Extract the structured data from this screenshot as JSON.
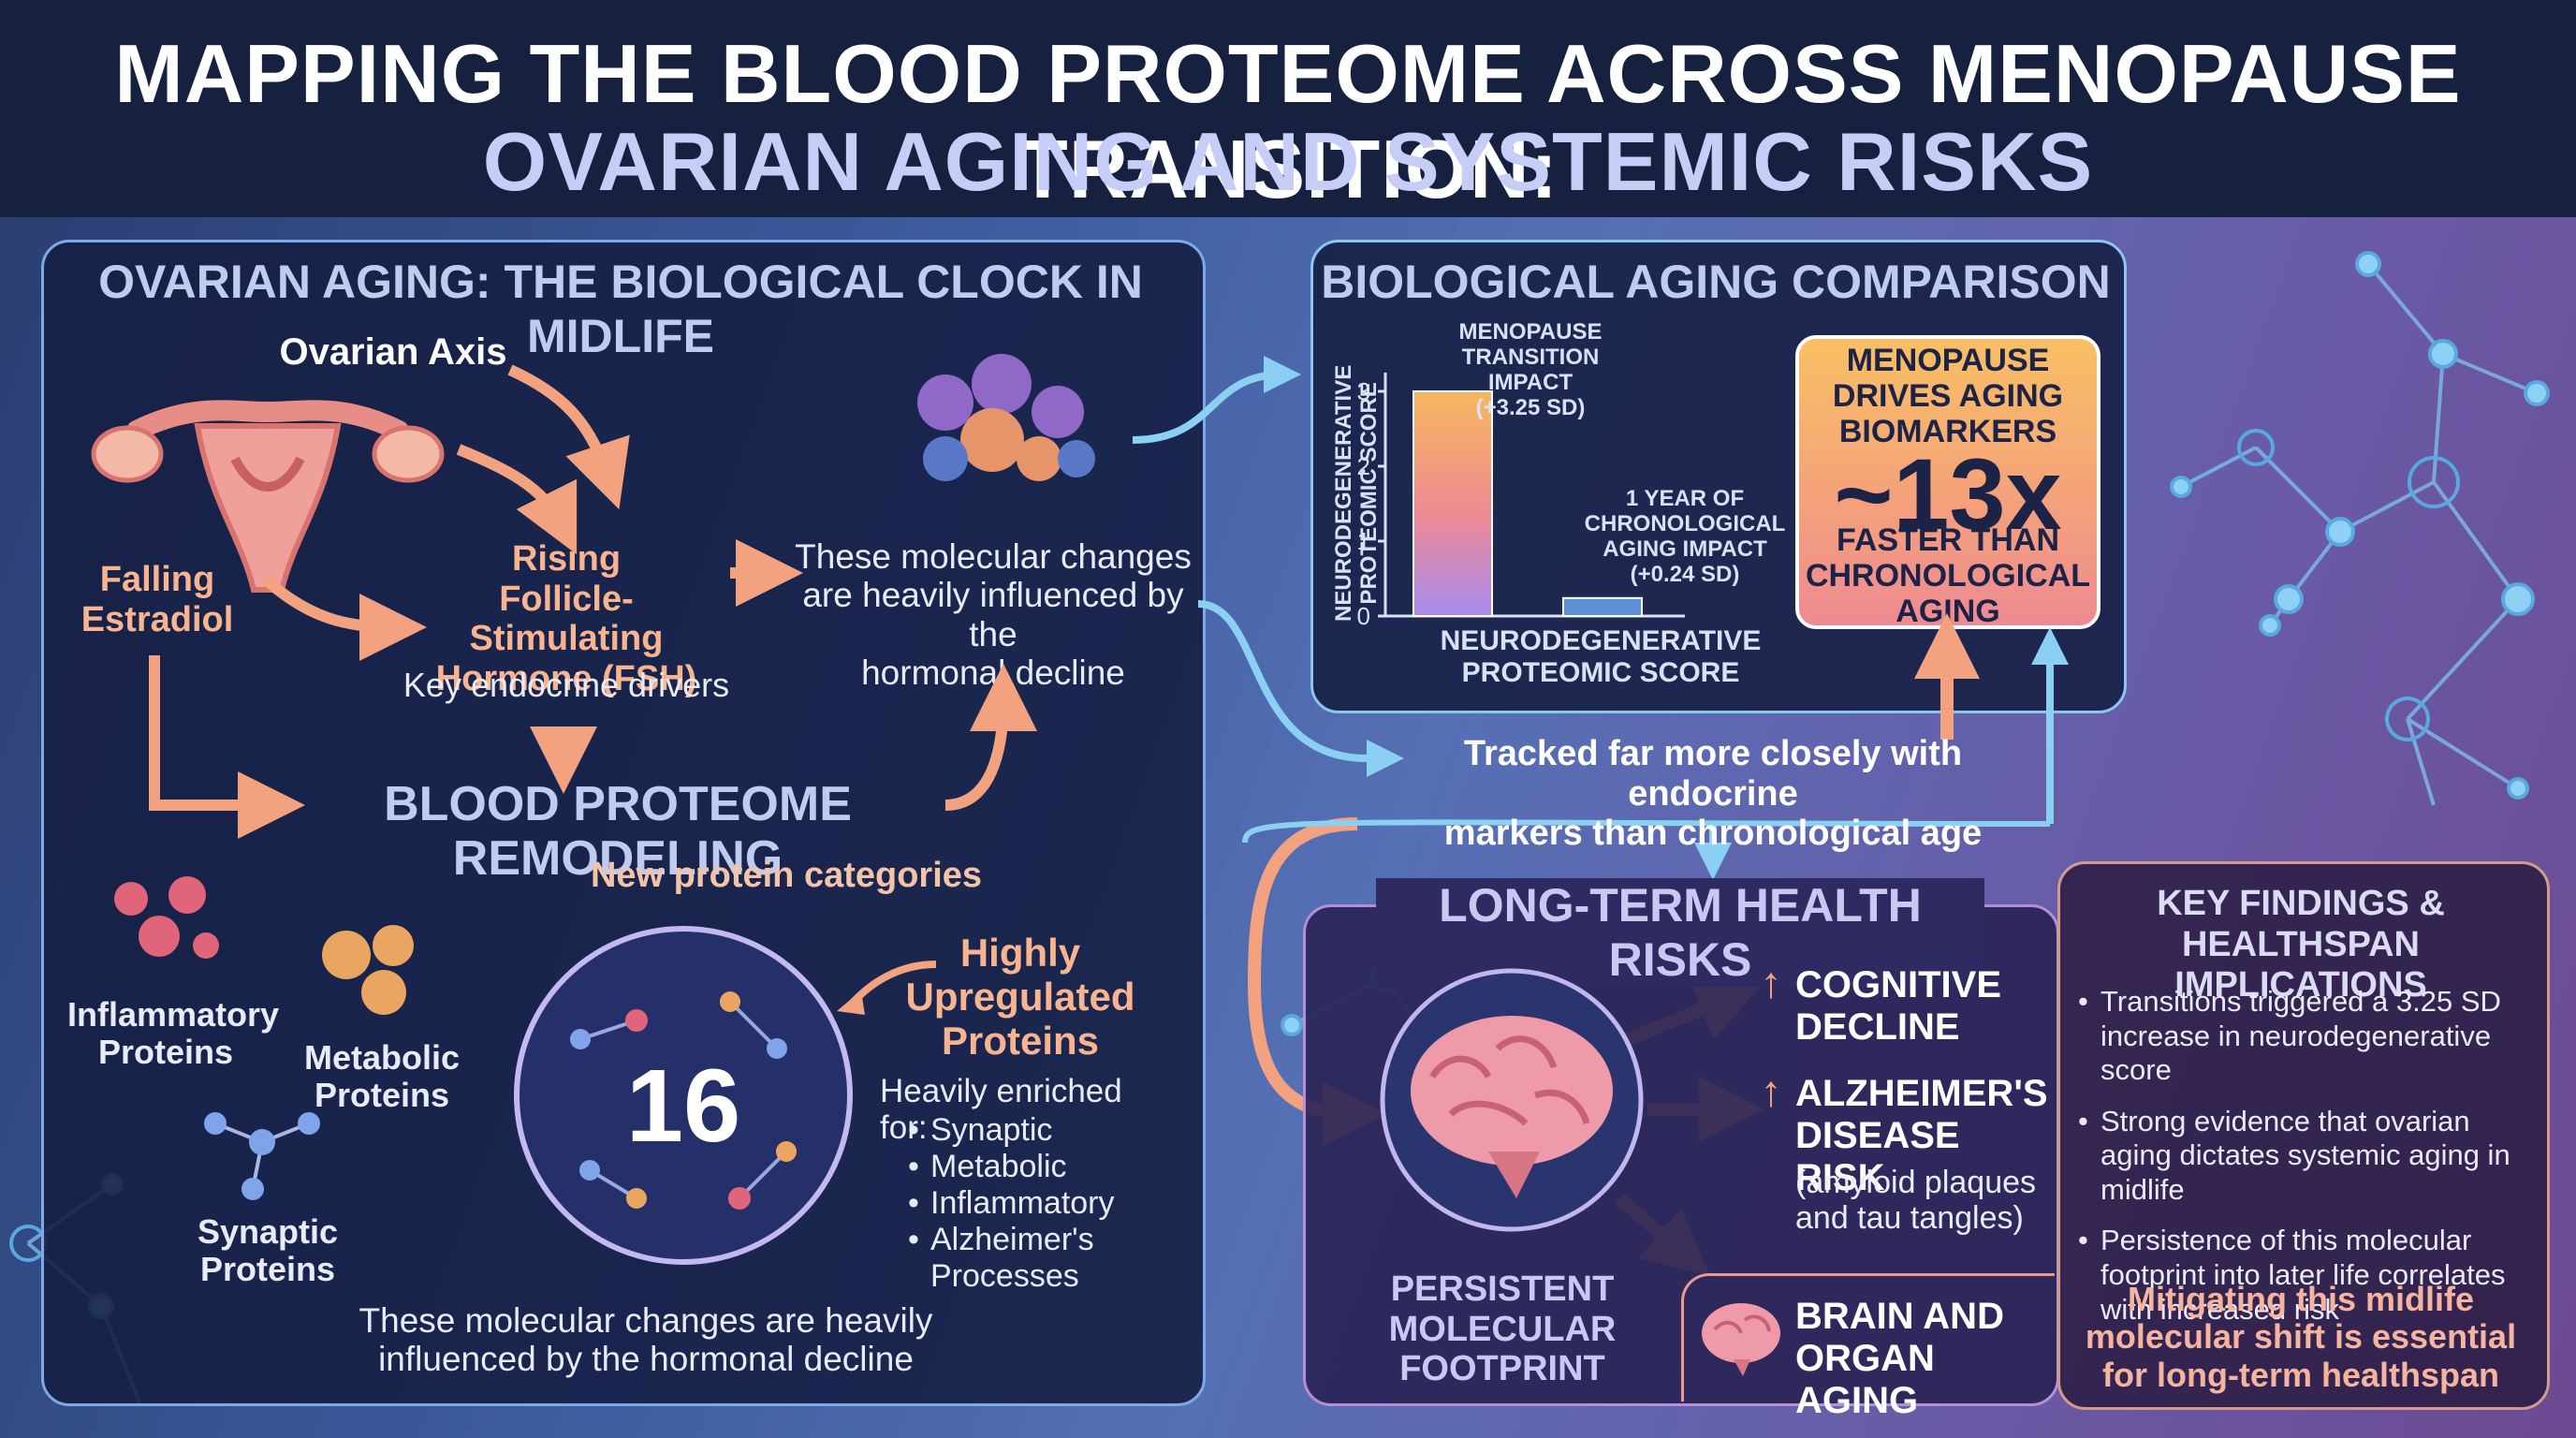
{
  "header": {
    "title_line1": "MAPPING THE BLOOD PROTEOME ACROSS MENOPAUSE TRANSITION:",
    "title_line2": "OVARIAN AGING AND SYSTEMIC RISKS"
  },
  "ovarian_panel": {
    "heading": "OVARIAN AGING: THE BIOLOGICAL CLOCK IN MIDLIFE",
    "ovarian_axis": "Ovarian Axis",
    "falling_estradiol": "Falling\nEstradiol",
    "rising_fsh": "Rising\nFollicle-Stimulating\nHormone (FSH)",
    "key_drivers": "Key endocrine drivers",
    "molecular_changes": "These molecular changes\nare heavily influenced by the\nhormonal decline",
    "remodeling": "BLOOD PROTEOME REMODELING",
    "new_categories": "New protein categories",
    "inflammatory": "Inflammatory\nProteins",
    "metabolic": "Metabolic\nProteins",
    "synaptic": "Synaptic\nProteins",
    "count": "16",
    "upregulated": "Highly\nUpregulated\nProteins",
    "enriched_for": "Heavily enriched for:",
    "enriched_items": [
      "Synaptic",
      "Metabolic",
      "Inflammatory",
      "Alzheimer's Processes"
    ],
    "bottom_note": "These molecular changes are heavily\ninfluenced by the hormonal decline"
  },
  "aging_panel": {
    "heading": "BIOLOGICAL AGING COMPARISON",
    "callout_line1": "MENOPAUSE\nDRIVES AGING\nBIOMARKERS",
    "callout_big": "~13x",
    "callout_line2": "FASTER THAN\nCHRONOLOGICAL\nAGING"
  },
  "chart_data": {
    "type": "bar",
    "categories": [
      "MENOPAUSE TRANSITION IMPACT (+3.25 SD)",
      "1 YEAR OF CHRONOLOGICAL AGING IMPACT (+0.24 SD)"
    ],
    "values": [
      3.25,
      0.24
    ],
    "bar_labels": [
      "MENOPAUSE\nTRANSITION\nIMPACT\n(+3.25 SD)",
      "1 YEAR OF\nCHRONOLOGICAL\nAGING IMPACT\n(+0.24 SD)"
    ],
    "ylabel": "NEURODEGENERATIVE PROTEOMIC SCORE",
    "xlabel": "NEURODEGENERATIVE\nPROTEOMIC SCORE",
    "ylim": [
      0,
      3
    ],
    "yticks": [
      "0",
      "1",
      "2",
      "3"
    ],
    "colors": [
      "#f7b85e",
      "#a78bf0"
    ]
  },
  "tracked_note": "Tracked far more closely with endocrine\nmarkers than chronological age",
  "risks_panel": {
    "heading": "LONG-TERM HEALTH RISKS",
    "cognitive": "COGNITIVE\nDECLINE",
    "alzheimers": "ALZHEIMER'S\nDISEASE RISK",
    "alzheimers_detail": "(amyloid plaques\nand tau tangles)",
    "footprint": "PERSISTENT\nMOLECULAR\nFOOTPRINT",
    "brain_organ": "BRAIN AND\nORGAN AGING",
    "up_arrow": "↑"
  },
  "findings_panel": {
    "heading": "KEY FINDINGS &\nHEALTHSPAN IMPLICATIONS",
    "items": [
      "Transitions triggered a 3.25 SD increase in neurodegenerative score",
      "Strong evidence that ovarian aging dictates systemic aging in midlife",
      "Persistence of this molecular footprint into later life correlates with increased risk"
    ],
    "conclusion": "Mitigating this midlife\nmolecular shift is essential\nfor long-term healthspan"
  },
  "colors": {
    "header_bg": "#16213f",
    "accent_peach": "#f7b48e",
    "accent_blue": "#8bc6ec",
    "callout_orange": "#f8c063"
  }
}
